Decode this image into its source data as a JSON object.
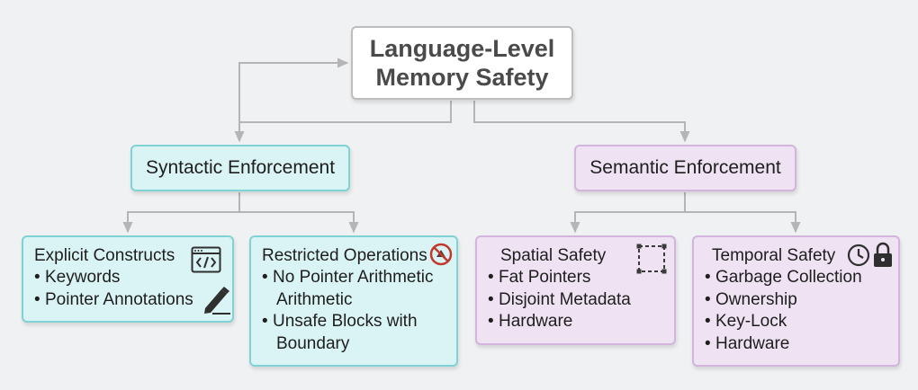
{
  "diagram": {
    "root": {
      "title_line1": "Language-Level",
      "title_line2": "Memory Safety"
    },
    "syntactic": {
      "label": "Syntactic Enforcement",
      "explicit": {
        "title": "Explicit Constructs",
        "items": [
          "Keywords",
          "Pointer Annotations"
        ]
      },
      "restricted": {
        "title": "Restricted Operations",
        "items": [
          {
            "line1": "No Pointer Arithmetic",
            "line2": "Arithmetic"
          },
          {
            "line1": "Unsafe Blocks with",
            "line2": "Boundary"
          }
        ]
      }
    },
    "semantic": {
      "label": "Semantic Enforcement",
      "spatial": {
        "title": "Spatial Safety",
        "items": [
          "Fat Pointers",
          "Disjoint Metadata",
          "Hardware"
        ]
      },
      "temporal": {
        "title": "Temporal Safety",
        "items": [
          "Garbage Collection",
          "Ownership",
          "Key-Lock",
          "Hardware"
        ]
      }
    },
    "bullet": "•",
    "icons": [
      "code-window-icon",
      "pencil-icon",
      "prohibited-icon",
      "dashed-selection-icon",
      "clock-icon",
      "padlock-icon"
    ],
    "colors": {
      "syntactic_fill": "#daf4f5",
      "syntactic_border": "#7fd3d5",
      "semantic_fill": "#efe3f3",
      "semantic_border": "#d2b4dd",
      "connector": "#b5b5b5",
      "prohibited": "#c0392b"
    }
  }
}
